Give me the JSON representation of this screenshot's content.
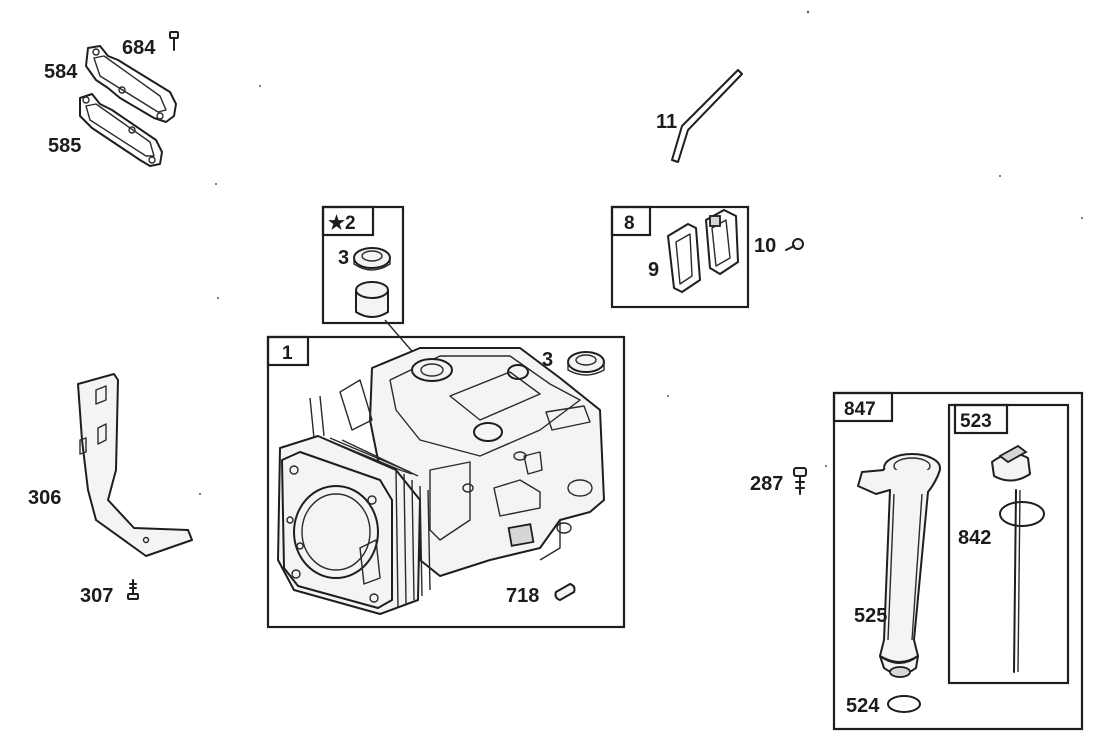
{
  "colors": {
    "ink": "#1e1e1e",
    "paper": "#ffffff"
  },
  "boxes": {
    "cylinder": {
      "label": "1"
    },
    "repair_kit": {
      "label": "★2"
    },
    "gasket_set": {
      "label": "8"
    },
    "dipstick_tube_assy": {
      "label": "847"
    },
    "dipstick_assy": {
      "label": "523"
    }
  },
  "parts": {
    "p584": "584",
    "p684": "684",
    "p585": "585",
    "p11": "11",
    "p3a": "3",
    "p3b": "3",
    "p9": "9",
    "p10": "10",
    "p306": "306",
    "p307": "307",
    "p718": "718",
    "p287": "287",
    "p842": "842",
    "p525": "525",
    "p524": "524"
  }
}
